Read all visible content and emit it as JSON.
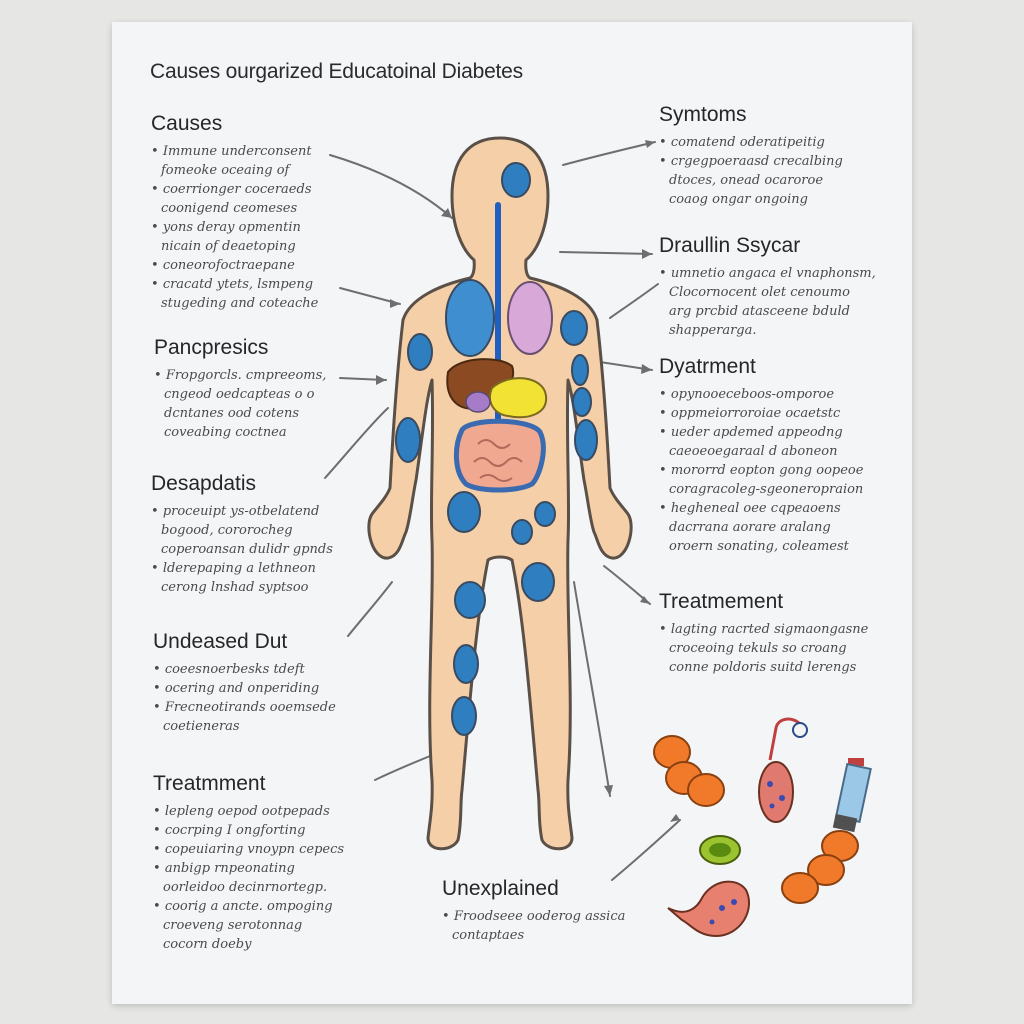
{
  "title": "Causes ourgarized Educatoinal Diabetes",
  "sections": {
    "causes": {
      "heading": "Causes",
      "lines": [
        "Immune underconsent",
        "fomeoke oceaing of",
        "coerrionger coceraeds",
        "coonigend ceomeses",
        "yons deray opmentin",
        "nicain of deaetoping",
        "coneorofoctraepane",
        "cracatd ytets, lsmpeng",
        "stugeding and coteache"
      ]
    },
    "pancreas": {
      "heading": "Pancpresics",
      "lines": [
        "Fropgorcls. cmpreeoms,",
        "cngeod oedcapteas o o",
        "dcntanes ood cotens",
        "coveabing coctnea"
      ]
    },
    "desapdatis": {
      "heading": "Desapdatis",
      "lines": [
        "proceuipt ys-otbelatend",
        "bogood, cororocheg",
        "coperoansan dulidr gpnds",
        "lderepaping a lethneon",
        "cerong lnshad syptsoo"
      ]
    },
    "undeased": {
      "heading": "Undeased Dut",
      "lines": [
        "coeesnoerbesks tdeft",
        "ocering and onperiding",
        "Frecneotirands ooemsede",
        "coetieneras"
      ]
    },
    "treatment_left": {
      "heading": "Treatmment",
      "lines": [
        "lepleng oepod ootpepads",
        "cocrping I ongforting",
        "copeuiaring vnoypn cepecs",
        "anbigp rnpeonating",
        "oorleidoo decinrnortegp.",
        "coorig a ancte. ompoging",
        "croeveng serotonnag",
        "cocorn doeby"
      ]
    },
    "symptoms": {
      "heading": "Symtoms",
      "lines": [
        "comatend oderatipeitig",
        "crgegpoeraasd crecalbing",
        "dtoces, onead ocaroroe",
        "coaog ongar ongoing"
      ]
    },
    "draullin": {
      "heading": "Draullin Ssycar",
      "lines": [
        "umnetio angaca el vnaphonsm,",
        "Clocornocent olet cenoumo",
        "arg prcbid atasceene bduld",
        "shapperarga."
      ]
    },
    "dyatrment": {
      "heading": "Dyatrment",
      "lines": [
        "opynooeceboos-omporoe",
        "oppmeiorroroiae ocaetstc",
        "ueder apdemed appeodng",
        "caeoeoegaraal d aboneon",
        "mororrd eopton gong oopeoe",
        "coragracoleg-sgeoneropraion",
        "hegheneal oee cqpeaoens",
        "dacrrana aorare aralang",
        "oroern sonating, coleamest"
      ]
    },
    "treatment_right": {
      "heading": "Treatmement",
      "lines": [
        "lagting racrted sigmaongasne",
        "croceoing tekuls so croang",
        "conne poldoris suitd lerengs"
      ]
    },
    "unexplained": {
      "heading": "Unexplained",
      "lines": [
        "Froodseee ooderog assica",
        "contaptaes"
      ]
    }
  },
  "colors": {
    "skin": "#f5cfa8",
    "outline": "#5a5048",
    "cell_blue": "#2f7fc0",
    "vessel": "#1f5fc0",
    "lung_blue": "#3f8ed0",
    "lung_pink": "#d8a8d8",
    "liver": "#8b4a22",
    "stomach": "#f2e234",
    "intestine": "#f0a890",
    "orange": "#f08030"
  }
}
